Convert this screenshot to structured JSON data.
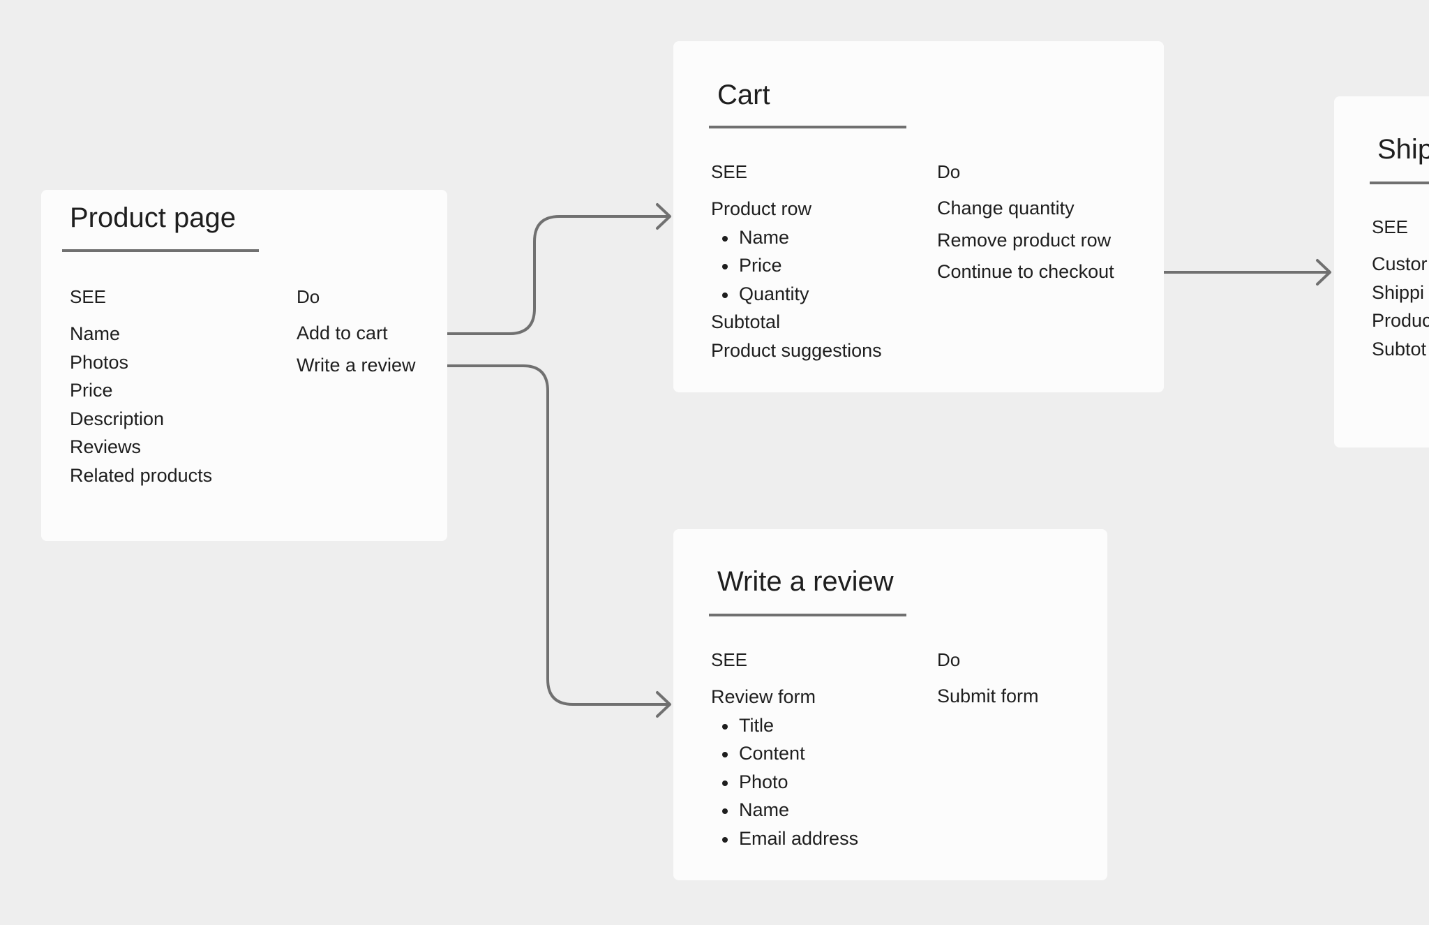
{
  "cards": {
    "product": {
      "title": "Product page",
      "see_label": "SEE",
      "do_label": "Do",
      "see_items": [
        "Name",
        "Photos",
        "Price",
        "Description",
        "Reviews",
        "Related products"
      ],
      "do_items": [
        "Add to cart",
        "Write a review"
      ]
    },
    "cart": {
      "title": "Cart",
      "see_label": "SEE",
      "do_label": "Do",
      "see_items": [
        {
          "text": "Product row",
          "sub": false
        },
        {
          "text": "Name",
          "sub": true
        },
        {
          "text": "Price",
          "sub": true
        },
        {
          "text": "Quantity",
          "sub": true
        },
        {
          "text": "Subtotal",
          "sub": false
        },
        {
          "text": "Product suggestions",
          "sub": false
        }
      ],
      "do_items": [
        "Change quantity",
        "Remove product row",
        "Continue to checkout"
      ]
    },
    "review": {
      "title": "Write a review",
      "see_label": "SEE",
      "do_label": "Do",
      "see_items": [
        {
          "text": "Review form",
          "sub": false
        },
        {
          "text": "Title",
          "sub": true
        },
        {
          "text": "Content",
          "sub": true
        },
        {
          "text": "Photo",
          "sub": true
        },
        {
          "text": "Name",
          "sub": true
        },
        {
          "text": "Email address",
          "sub": true
        }
      ],
      "do_items": [
        "Submit form"
      ]
    },
    "shipping": {
      "title": "Ship",
      "see_label": "SEE",
      "see_items": [
        "Custor",
        "Shippi",
        "Produc",
        "Subtot"
      ]
    }
  },
  "connectors": [
    {
      "from": "Add to cart",
      "to": "Cart"
    },
    {
      "from": "Write a review",
      "to": "Write a review"
    },
    {
      "from": "Continue to checkout",
      "to": "Ship"
    }
  ],
  "colors": {
    "background": "#eeeeee",
    "card": "#fcfcfc",
    "line": "#707070",
    "text": "#1e1e1e"
  }
}
